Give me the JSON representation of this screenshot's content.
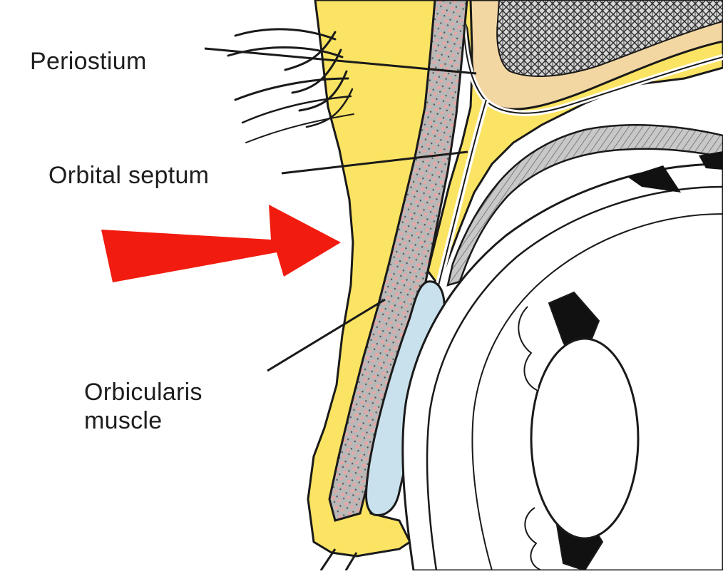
{
  "labels": {
    "periostium": "Periostium",
    "orbital_septum": "Orbital septum",
    "orbicularis_line1": "Orbicularis",
    "orbicularis_line2": "muscle"
  },
  "colors": {
    "fat_yellow": "#fbe463",
    "bone_tan": "#f3d7a3",
    "muscle_pink": "#eaa6a4",
    "muscle_grey": "#b9b9b9",
    "tarsus_blue": "#c9e1ec",
    "arrow_red": "#f21b0f",
    "outline": "#1a1a1a"
  },
  "icons": {
    "arrow": "red-arrow-pointing-right",
    "eyelashes": "eyelash-strokes"
  }
}
